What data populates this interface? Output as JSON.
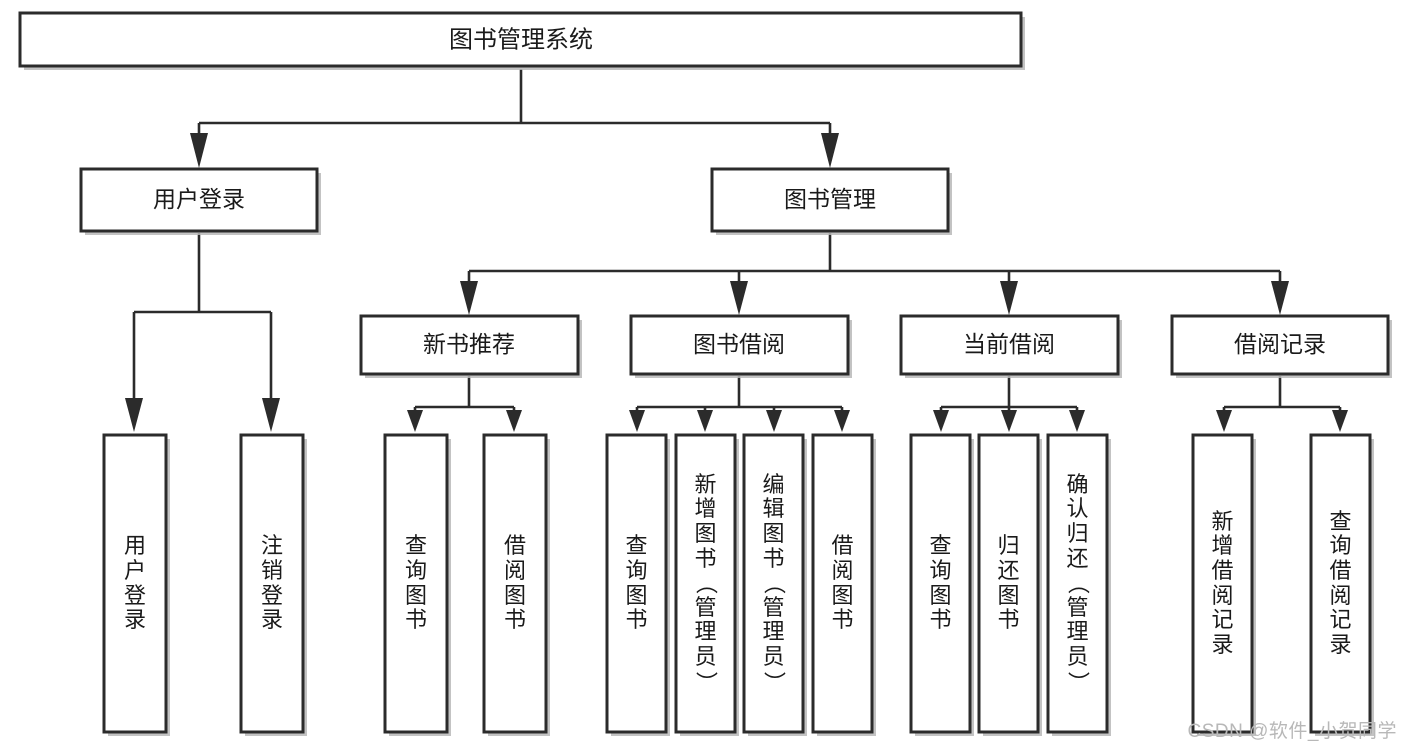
{
  "diagram": {
    "type": "tree-hierarchy",
    "title": "图书管理系统",
    "watermark": "CSDN @软件_小贺同学",
    "colors": {
      "box_stroke": "#2b2b2b",
      "box_fill": "#ffffff",
      "connector": "#2b2b2b",
      "text": "#1a1a1a",
      "watermark": "#b8b8b8",
      "background": "#ffffff"
    },
    "root": {
      "label": "图书管理系统"
    },
    "level2": [
      {
        "label": "用户登录"
      },
      {
        "label": "图书管理"
      }
    ],
    "level3": [
      {
        "label": "新书推荐",
        "parent": "图书管理"
      },
      {
        "label": "图书借阅",
        "parent": "图书管理"
      },
      {
        "label": "当前借阅",
        "parent": "图书管理"
      },
      {
        "label": "借阅记录",
        "parent": "图书管理"
      }
    ],
    "leaves": {
      "user_login": [
        {
          "label": "用户登录"
        },
        {
          "label": "注销登录"
        }
      ],
      "new_book_recommend": [
        {
          "label": "查询图书"
        },
        {
          "label": "借阅图书"
        }
      ],
      "book_borrow": [
        {
          "label": "查询图书"
        },
        {
          "label": "新增图书（管理员）"
        },
        {
          "label": "编辑图书（管理员）"
        },
        {
          "label": "借阅图书"
        }
      ],
      "current_borrow": [
        {
          "label": "查询图书"
        },
        {
          "label": "归还图书"
        },
        {
          "label": "确认归还（管理员）"
        }
      ],
      "borrow_record": [
        {
          "label": "新增借阅记录"
        },
        {
          "label": "查询借阅记录"
        }
      ]
    }
  }
}
